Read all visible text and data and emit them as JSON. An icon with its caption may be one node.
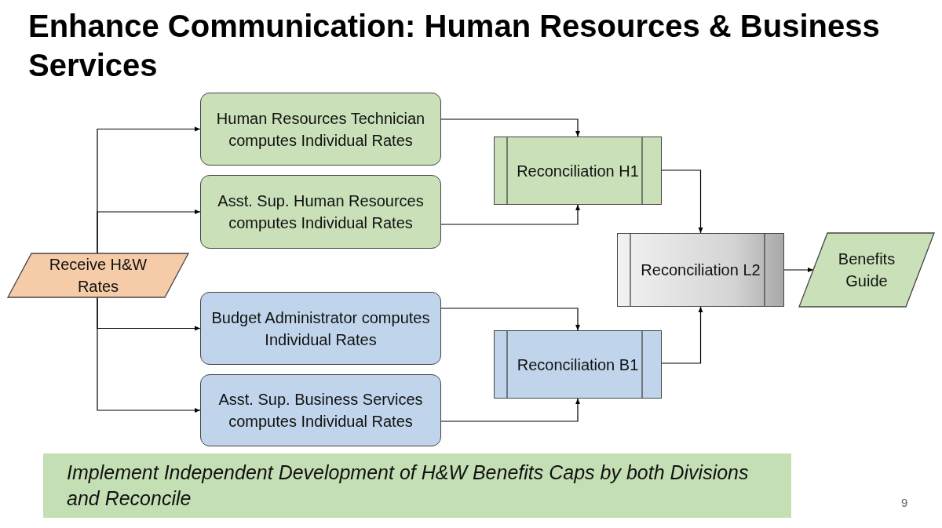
{
  "diagram": {
    "title": "Enhance Communication: Human Resources & Business Services",
    "nodes": [
      {
        "text": [
          "Receive H&W Rates"
        ]
      },
      {
        "text": [
          "Human Resources Technician computes Individual Rates"
        ]
      },
      {
        "text": [
          "Asst. Sup. Human Resources computes Individual Rates"
        ]
      },
      {
        "text": [
          "Budget Administrator computes Individual Rates"
        ]
      },
      {
        "text": [
          "Asst. Sup. Business Services computes Individual Rates"
        ]
      },
      {
        "text": [
          "Reconciliation H1"
        ]
      },
      {
        "text": [
          "Reconciliation B1"
        ]
      },
      {
        "text": [
          "Reconciliation L2"
        ]
      },
      {
        "text": [
          "Benefits Guide"
        ]
      }
    ],
    "edges": [
      {
        "from": 0,
        "to": 1,
        "arrow": "to"
      },
      {
        "from": 0,
        "to": 2,
        "arrow": "to"
      },
      {
        "from": 0,
        "to": 3,
        "arrow": "to"
      },
      {
        "from": 0,
        "to": 4,
        "arrow": "to"
      },
      {
        "from": 1,
        "to": 5,
        "arrow": "to"
      },
      {
        "from": 2,
        "to": 5,
        "arrow": "to"
      },
      {
        "from": 3,
        "to": 6,
        "arrow": "to"
      },
      {
        "from": 4,
        "to": 6,
        "arrow": "to"
      },
      {
        "from": 5,
        "to": 7,
        "arrow": "to"
      },
      {
        "from": 6,
        "to": 7,
        "arrow": "to"
      },
      {
        "from": 7,
        "to": 8,
        "arrow": "to"
      }
    ],
    "caption": "Implement Independent Development of H&W Benefits Caps by both Divisions and Reconcile",
    "labels": [
      "9"
    ]
  }
}
